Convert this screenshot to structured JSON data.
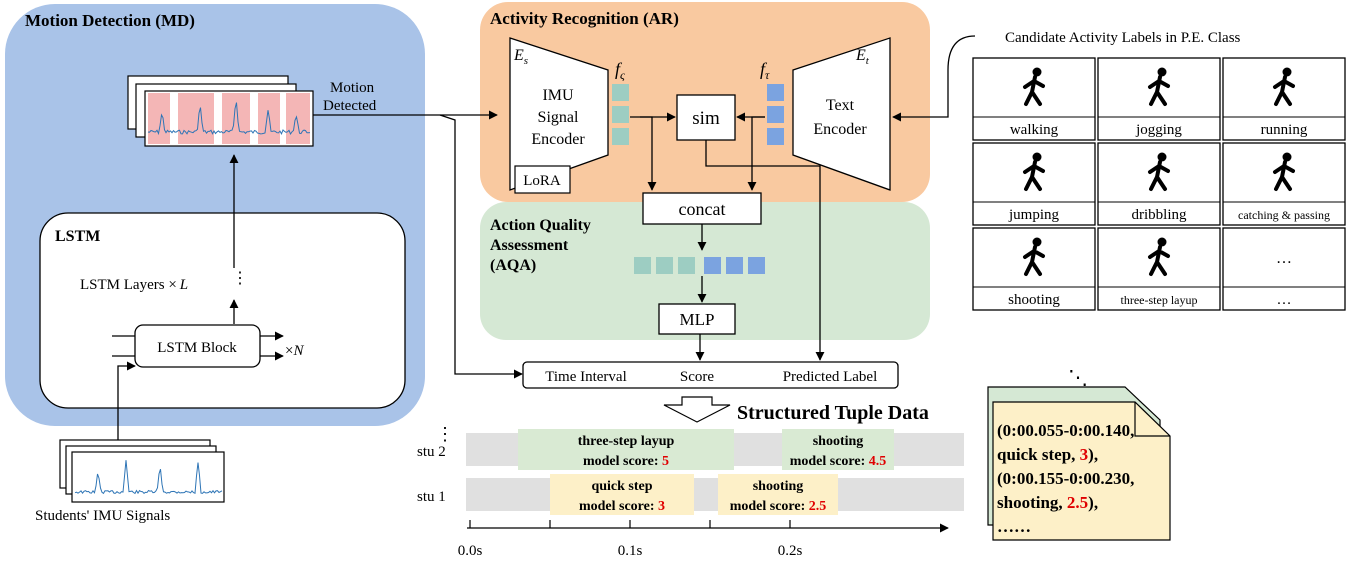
{
  "md": {
    "title": "Motion Detection (MD)",
    "motion_detected_1": "Motion",
    "motion_detected_2": "Detected",
    "lstm_title": "LSTM",
    "lstm_layers": "LSTM Layers ×",
    "lstm_layers_var": "L",
    "lstm_block": "LSTM Block",
    "lstm_block_rep": "×",
    "lstm_block_var": "N",
    "students_signals": "Students'  IMU Signals"
  },
  "ar": {
    "title": "Activity Recognition (AR)",
    "es_label": "E",
    "es_sub": "s",
    "et_label": "E",
    "et_sub": "t",
    "fs_label": "f",
    "fs_sub": "ς",
    "ft_label": "f",
    "ft_sub": "τ",
    "imu_encoder_1": "IMU",
    "imu_encoder_2": "Signal",
    "imu_encoder_3": "Encoder",
    "lora": "LoRA",
    "sim": "sim",
    "text_encoder_1": "Text",
    "text_encoder_2": "Encoder"
  },
  "aqa": {
    "title_1": "Action Quality",
    "title_2": "Assessment",
    "title_3": "(AQA)",
    "concat": "concat",
    "mlp": "MLP"
  },
  "output": {
    "time_interval": "Time Interval",
    "score": "Score",
    "predicted_label": "Predicted Label",
    "structured_title": "Structured Tuple Data"
  },
  "candidates": {
    "title": "Candidate Activity Labels in P.E. Class",
    "labels": [
      "walking",
      "jogging",
      "running",
      "jumping",
      "dribbling",
      "catching & passing",
      "shooting",
      "three-step layup",
      "…"
    ],
    "ellipsis_top": "…"
  },
  "timeline": {
    "rows": [
      {
        "label": "stu 2",
        "segments": [
          {
            "name": "three-step layup",
            "score_label": "model score: ",
            "score": "5",
            "start": 0.03,
            "end": 0.165,
            "color": "#d9ead3"
          },
          {
            "name": "shooting",
            "score_label": "model score: ",
            "score": "4.5",
            "start": 0.195,
            "end": 0.265,
            "color": "#d9ead3"
          }
        ]
      },
      {
        "label": "stu 1",
        "segments": [
          {
            "name": "quick step",
            "score_label": "model score: ",
            "score": "3",
            "start": 0.05,
            "end": 0.14,
            "color": "#fdf0c8"
          },
          {
            "name": "shooting",
            "score_label": "model score: ",
            "score": "2.5",
            "start": 0.155,
            "end": 0.23,
            "color": "#fdf0c8"
          }
        ]
      }
    ],
    "ticks": [
      "0.0s",
      "0.1s",
      "0.2s"
    ],
    "vertical_dots": "⋮"
  },
  "tuple_note": {
    "lines": [
      [
        {
          "t": "(0:00.055-0:00.140,"
        }
      ],
      [
        {
          "t": "quick step, "
        },
        {
          "t": "3",
          "red": true
        },
        {
          "t": "),"
        }
      ],
      [
        {
          "t": "(0:00.155-0:00.230,"
        }
      ],
      [
        {
          "t": "shooting, "
        },
        {
          "t": "2.5",
          "red": true
        },
        {
          "t": "),"
        }
      ],
      [
        {
          "t": "……"
        }
      ]
    ],
    "diag_dots": "⋱"
  },
  "colors": {
    "md_bg": "#a9c3e8",
    "ar_bg": "#f9c9a0",
    "aqa_bg": "#d5e8d4",
    "imu_feat": "#9dcdc2",
    "text_feat": "#7ba3e0",
    "signal": "#2e75b6",
    "highlight": "#f4b6b6",
    "red": "#e00000",
    "note_bg": "#fdf0c8",
    "note_back": "#d5e8d4"
  }
}
